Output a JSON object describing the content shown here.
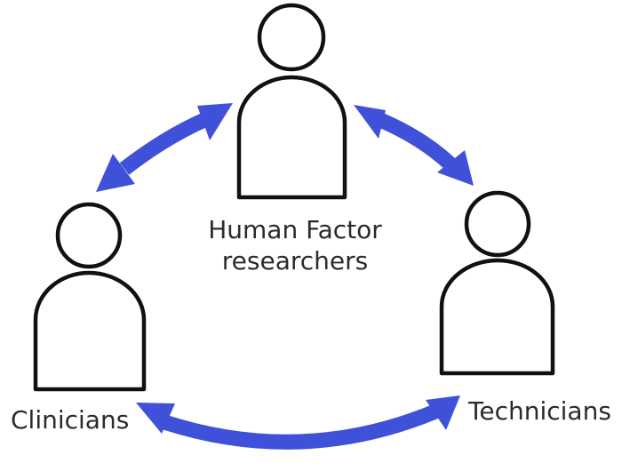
{
  "colors": {
    "arrow": "#3f51d8",
    "outline": "#111111",
    "text": "#2b2b2b",
    "background": "#ffffff"
  },
  "actors": [
    {
      "id": "human-factor-researchers",
      "label_lines": [
        "Human Factor",
        "researchers"
      ]
    },
    {
      "id": "clinicians",
      "label_lines": [
        "Clinicians"
      ]
    },
    {
      "id": "technicians",
      "label_lines": [
        "Technicians"
      ]
    }
  ],
  "connections": [
    {
      "from": "clinicians",
      "to": "human-factor-researchers",
      "bidirectional": true
    },
    {
      "from": "human-factor-researchers",
      "to": "technicians",
      "bidirectional": true
    },
    {
      "from": "clinicians",
      "to": "technicians",
      "bidirectional": true
    }
  ]
}
